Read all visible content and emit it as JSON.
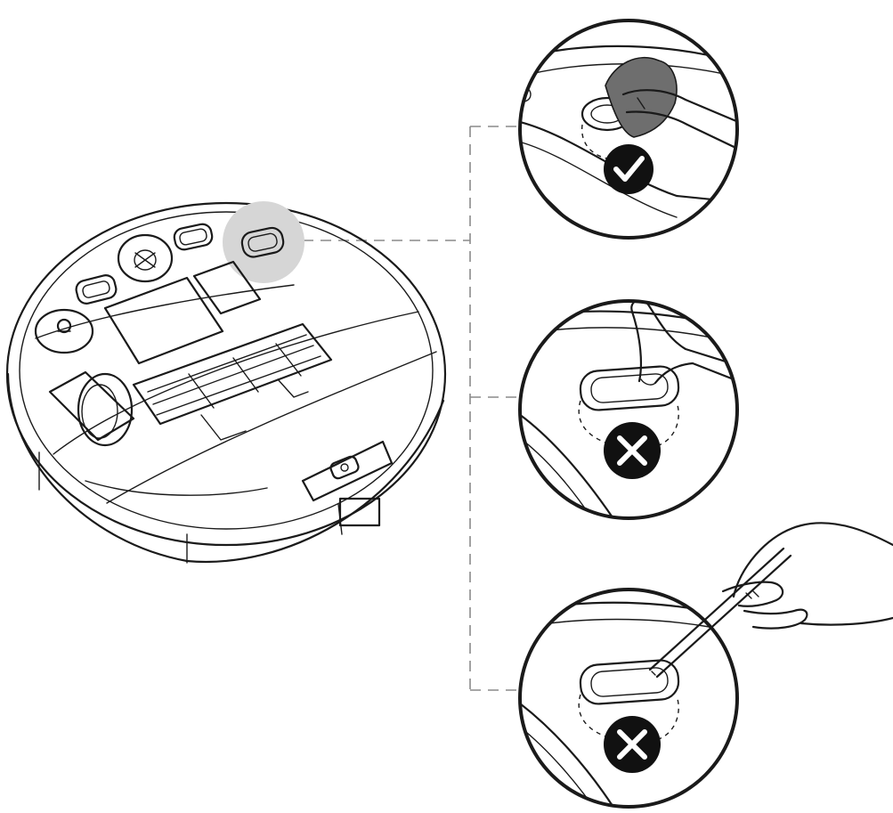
{
  "colors": {
    "line": "#1a1a1a",
    "highlight": "#d6d6d6",
    "cloth": "#6e6e6e",
    "badge": "#111111",
    "connector": "#8a8a8a",
    "background": "#ffffff"
  },
  "panels": [
    {
      "id": "cloth-wipe",
      "tool": "cloth",
      "result": "correct",
      "icon": "check-icon"
    },
    {
      "id": "finger-press",
      "tool": "finger",
      "result": "incorrect",
      "icon": "cross-icon"
    },
    {
      "id": "sharp-tool",
      "tool": "needle",
      "result": "incorrect",
      "icon": "cross-icon"
    }
  ]
}
